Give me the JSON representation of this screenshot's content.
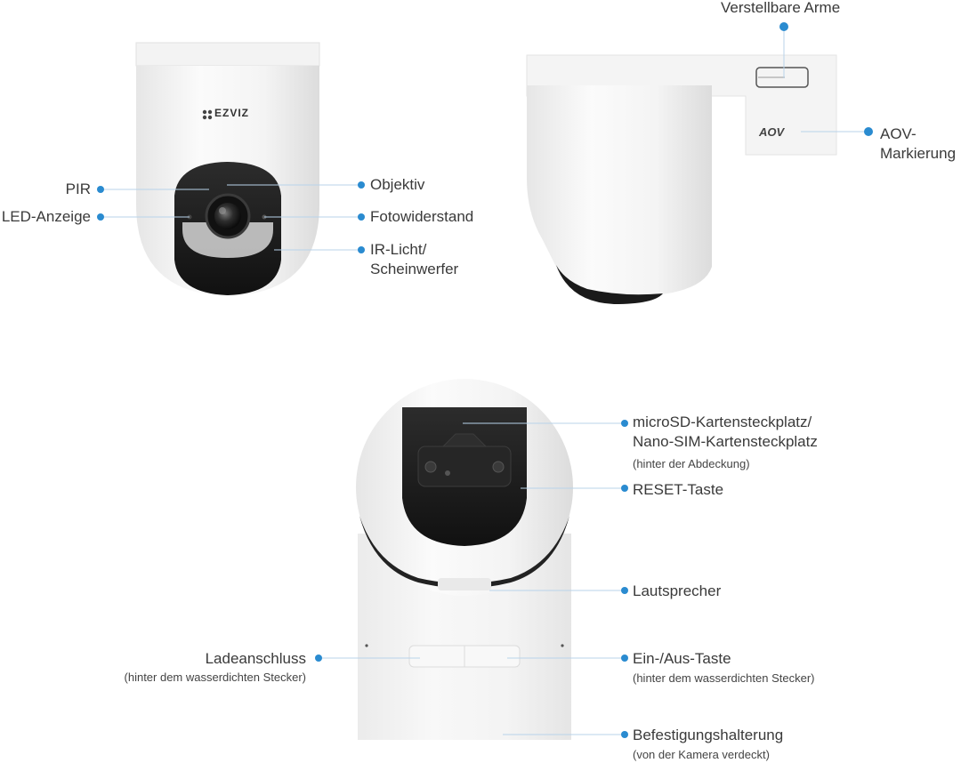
{
  "brand": {
    "logo_text": "EZVIZ"
  },
  "colors": {
    "dot": "#2a8bd0",
    "leader": "#b8d3ea",
    "body": "#f2f2f2",
    "dark": "#1b1b1b"
  },
  "front": {
    "pir": "PIR",
    "led": "LED-Anzeige",
    "lens": "Objektiv",
    "photoresistor": "Fotowiderstand",
    "ir_line1": "IR-Licht/",
    "ir_line2": "Scheinwerfer"
  },
  "side": {
    "arms": "Verstellbare Arme",
    "aov_line1": "AOV-",
    "aov_line2": "Markierung",
    "aov_mark": "AOV"
  },
  "back": {
    "sd_line1": "microSD-Kartensteckplatz/",
    "sd_line2": "Nano-SIM-Kartensteckplatz",
    "sd_note": "(hinter der Abdeckung)",
    "reset": "RESET-Taste",
    "speaker": "Lautsprecher",
    "charge": "Ladeanschluss",
    "charge_note": "(hinter dem wasserdichten Stecker)",
    "power": "Ein-/Aus-Taste",
    "power_note": "(hinter dem wasserdichten Stecker)",
    "mount": "Befestigungshalterung",
    "mount_note": "(von der Kamera verdeckt)"
  }
}
